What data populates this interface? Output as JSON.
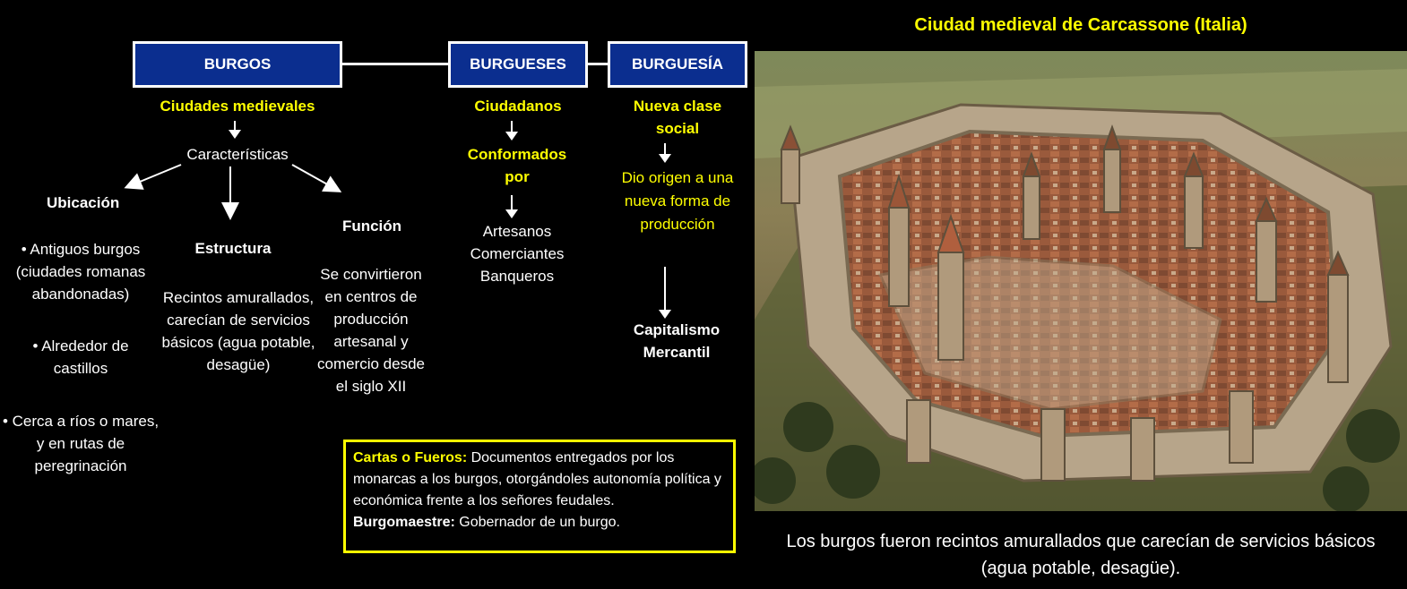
{
  "boxes": {
    "burgos": "BURGOS",
    "burgueses": "BURGUESES",
    "burguesia": "BURGUESÍA"
  },
  "burgos": {
    "subtitle": "Ciudades medievales",
    "caracteristicas": "Características",
    "ubicacion": {
      "title": "Ubicación",
      "items": [
        "• Antiguos burgos (ciudades romanas abandonadas)",
        "• Alrededor de castillos",
        "• Cerca a ríos o mares, y en rutas de peregrinación"
      ]
    },
    "estructura": {
      "title": "Estructura",
      "text": "Recintos amurallados, carecían de servicios básicos (agua potable, desagüe)"
    },
    "funcion": {
      "title": "Función",
      "text": "Se convirtieron en centros de producción artesanal y comercio desde el siglo XII"
    }
  },
  "burgueses": {
    "subtitle": "Ciudadanos",
    "conformados": "Conformados por",
    "members": [
      "Artesanos",
      "Comerciantes",
      "Banqueros"
    ]
  },
  "burguesia": {
    "subtitle": "Nueva clase social",
    "origin": "Dio origen a una nueva forma de producción",
    "result": "Capitalismo Mercantil"
  },
  "note": {
    "term1": "Cartas o Fueros:",
    "def1": " Documentos entregados por los monarcas a los burgos, otorgándoles autonomía política y económica frente a los señores feudales.",
    "term2": "Burgomaestre:",
    "def2": " Gobernador de un burgo."
  },
  "photo": {
    "title": "Ciudad medieval de Carcassone (Italia)",
    "caption_line1": "Los burgos fueron recintos amurallados que carecían de servicios básicos",
    "caption_line2": "(agua potable, desagüe)."
  },
  "colors": {
    "box_fill": "#0b2e8f",
    "highlight": "#ffff00",
    "background": "#000000"
  }
}
